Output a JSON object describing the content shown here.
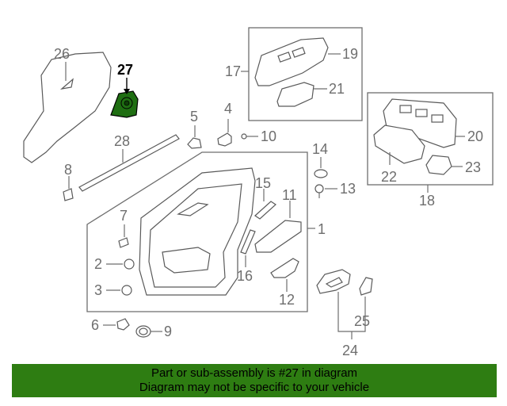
{
  "diagram": {
    "highlight_color": "#1f6e12",
    "labels": {
      "p1": "1",
      "p2": "2",
      "p3": "3",
      "p4": "4",
      "p5": "5",
      "p6": "6",
      "p7": "7",
      "p8": "8",
      "p9": "9",
      "p10": "10",
      "p11": "11",
      "p12": "12",
      "p13": "13",
      "p14": "14",
      "p15": "15",
      "p16": "16",
      "p17": "17",
      "p18": "18",
      "p19": "19",
      "p20": "20",
      "p21": "21",
      "p22": "22",
      "p23": "23",
      "p24": "24",
      "p25": "25",
      "p26": "26",
      "p27": "27",
      "p28": "28"
    }
  },
  "banner": {
    "line1": "Part or sub-assembly is #27 in diagram",
    "line2": "Diagram may not be specific to your vehicle",
    "color": "#2e7d12"
  }
}
